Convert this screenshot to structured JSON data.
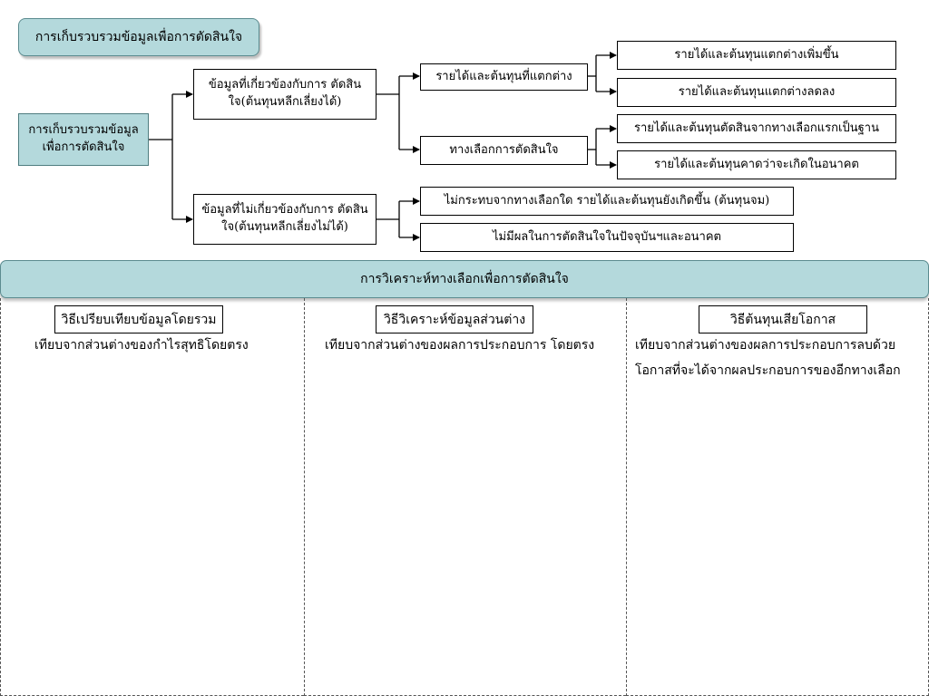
{
  "title_tab": "การเก็บรวบรวมข้อมูลเพื่อการตัดสินใจ",
  "tree": {
    "root": "การเก็บรวบรวมข้อมูล เพื่อการตัดสินใจ",
    "relevant": "ข้อมูลที่เกี่ยวข้องกับการ ตัดสินใจ(ต้นทุนหลีกเลี่ยงได้)",
    "irrelevant": "ข้อมูลที่ไม่เกี่ยวข้องกับการ ตัดสินใจ(ต้นทุนหลีกเลี่ยงไม่ได้)",
    "diff_rev_cost": "รายได้และต้นทุนที่แตกต่าง",
    "decision_alt": "ทางเลือกการตัดสินใจ",
    "inc_rev_cost": "รายได้และต้นทุนแตกต่างเพิ่มขึ้น",
    "dec_rev_cost": "รายได้และต้นทุนแตกต่างลดลง",
    "base_alt": "รายได้และต้นทุนตัดสินจากทางเลือกแรกเป็นฐาน",
    "future_expected": "รายได้และต้นทุนคาดว่าจะเกิดในอนาคต",
    "sunk_cost": "ไม่กระทบจากทางเลือกใด รายได้และต้นทุนยังเกิดขึ้น (ต้นทุนจม)",
    "no_effect": "ไม่มีผลในการตัดสินใจในปัจจุบันฯและอนาคต"
  },
  "band_title": "การวิเคราะห์ทางเลือกเพื่อการตัดสินใจ",
  "methods": [
    {
      "title": "วิธีเปรียบเทียบข้อมูลโดยรวม",
      "lines": [
        "เทียบจากส่วนต่างของกำไรสุทธิโดยตรง"
      ]
    },
    {
      "title": "วิธีวิเคราะห์ข้อมูลส่วนต่าง",
      "lines": [
        "เทียบจากส่วนต่างของผลการประกอบการ โดยตรง"
      ]
    },
    {
      "title": "วิธีต้นทุนเสียโอกาส",
      "lines": [
        "เทียบจากส่วนต่างของผลการประกอบการลบด้วย",
        "โอกาสที่จะได้จากผลประกอบการของอีกทางเลือก"
      ]
    }
  ],
  "colors": {
    "teal_fill": "#b4d9dc",
    "teal_border": "#5b8b8f",
    "line": "#000000"
  }
}
